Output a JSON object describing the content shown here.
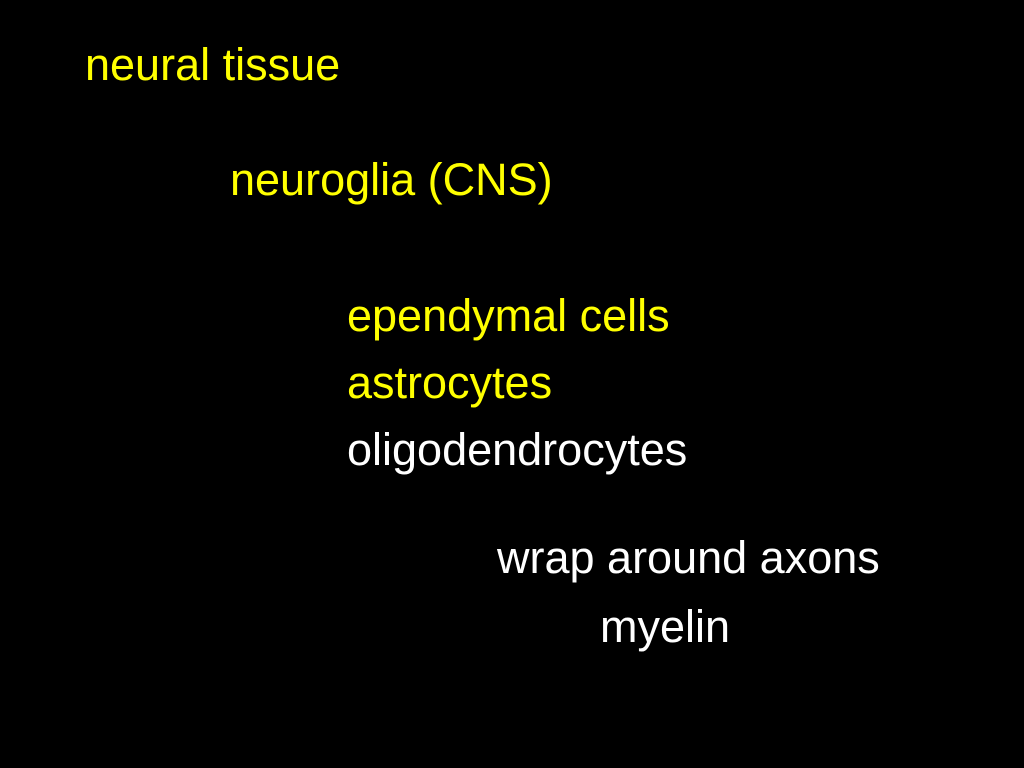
{
  "slide": {
    "title": "neural tissue",
    "subheading": "neuroglia (CNS)",
    "cell_types": [
      "ependymal cells",
      "astrocytes",
      "oligodendrocytes"
    ],
    "notes": [
      "wrap around axons",
      "myelin"
    ]
  },
  "colors": {
    "background": "#000000",
    "primary_text": "#ffff00",
    "highlight_text": "#ffffff"
  }
}
